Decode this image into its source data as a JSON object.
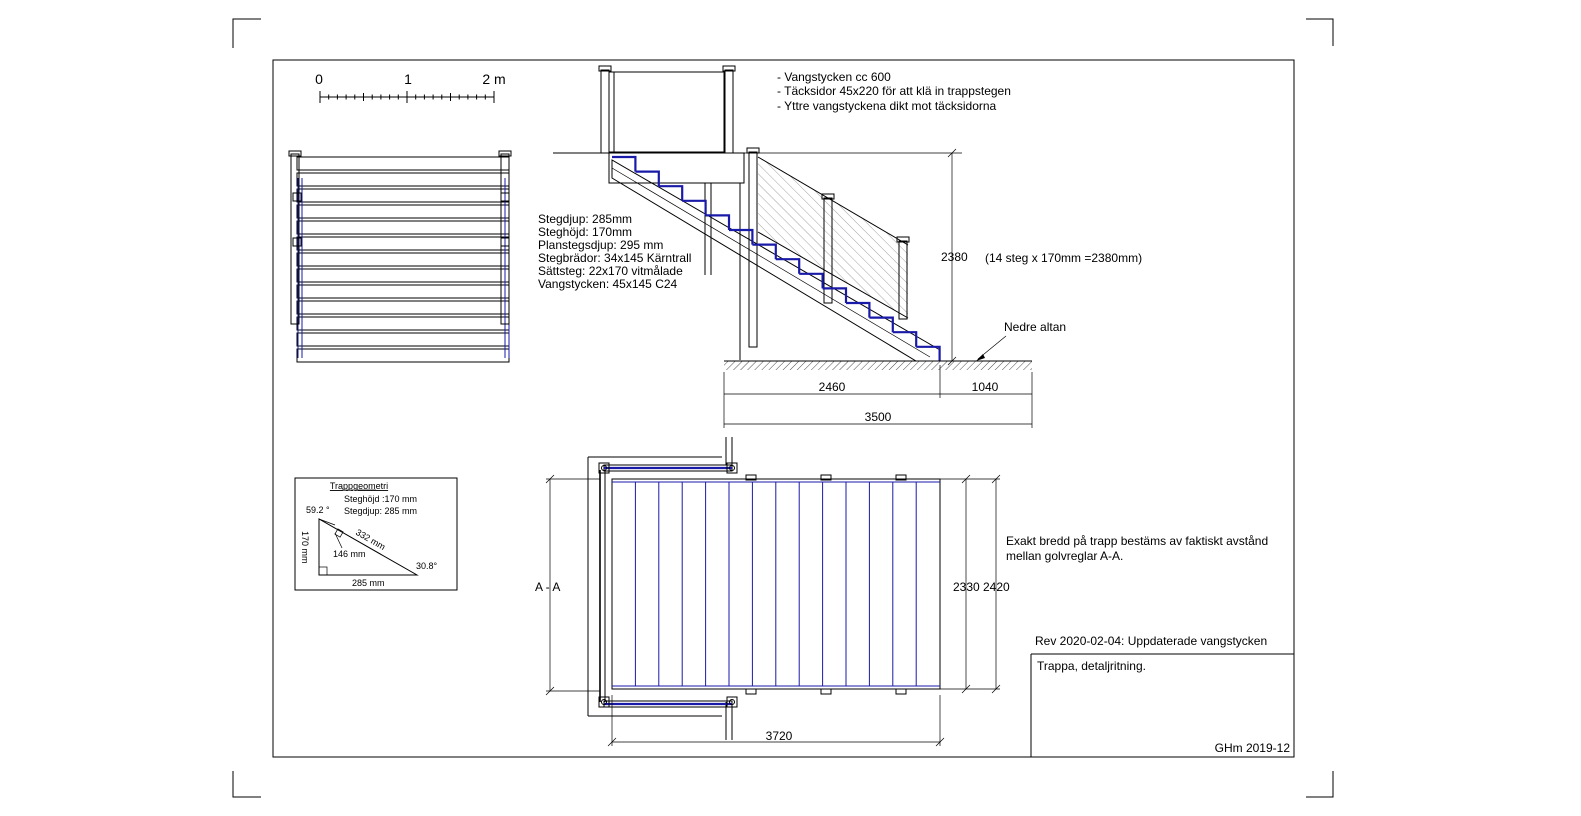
{
  "scale_bar": {
    "labels": [
      "0",
      "1",
      "2 m"
    ]
  },
  "notes": [
    "- Vangstycken cc 600",
    "- Täcksidor 45x220 för att klä in trappstegen",
    "- Yttre vangstyckena dikt mot täcksidorna"
  ],
  "specs": [
    "Stegdjup: 285mm",
    "Steghöjd: 170mm",
    "Planstegsdjup: 295 mm",
    "Stegbrädor: 34x145 Kärntrall",
    "Sättsteg:  22x170 vitmålade",
    "Vangstycken: 45x145 C24"
  ],
  "dimensions": {
    "height": "2380",
    "height_note": "(14 steg x 170mm =2380mm)",
    "lower_deck": "Nedre altan",
    "run": "2460",
    "offset": "1040",
    "total": "3500",
    "section": "A - A",
    "width_inner": "2330",
    "width_outer": "2420",
    "plan_length": "3720"
  },
  "width_note": [
    "Exakt bredd på trapp bestäms av faktiskt avstånd",
    "mellan golvreglar A-A."
  ],
  "geometry_box": {
    "title": "Trappgeometri",
    "line1": "Steghöjd :170 mm",
    "line2": "Stegdjup: 285 mm",
    "angle_top": "59.2 °",
    "diagonal": "332 mm",
    "height_label": "170 mm",
    "normal": "146 mm",
    "angle_bottom": "30.8°",
    "base": "285 mm"
  },
  "title_block": {
    "revision": "Rev 2020-02-04: Uppdaterade vangstycken",
    "title": "Trappa, detaljritning.",
    "author": "GHm 2019-12"
  }
}
